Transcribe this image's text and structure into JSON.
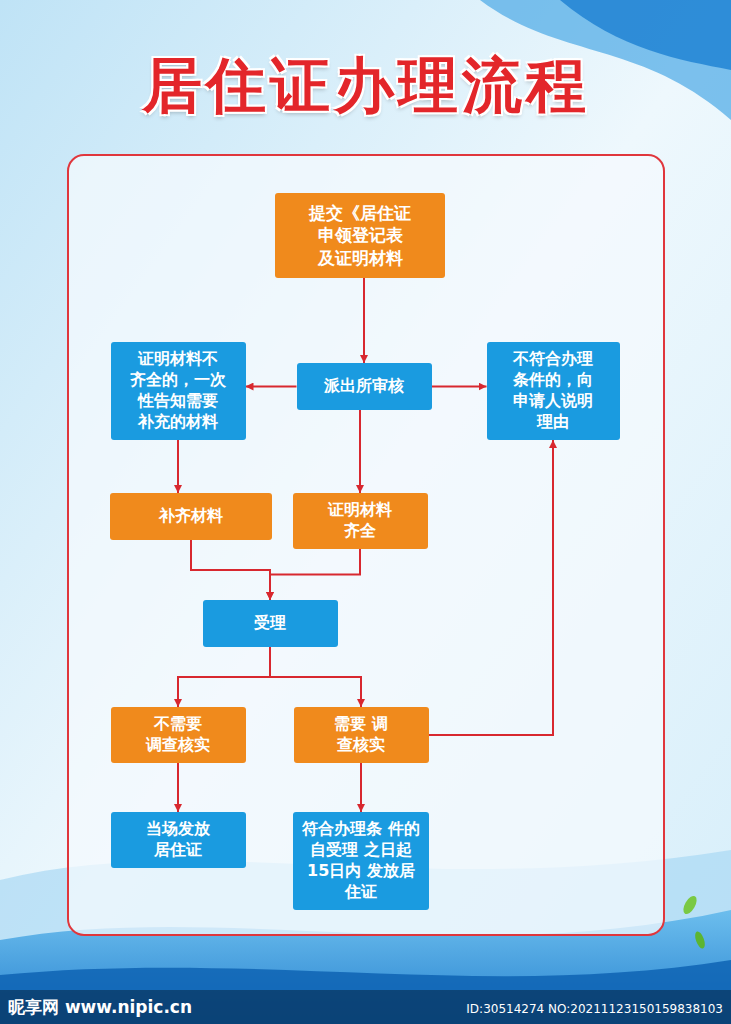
{
  "diagram": {
    "title": "居住证办理流程",
    "nodes": [
      {
        "text": [
          "提交《居住证 申领登记表 及证明材料"
        ]
      },
      {
        "text": [
          "证明材料不 齐全的，一次 性告知需要 补充的材料"
        ]
      },
      {
        "text": [
          "派出所审核"
        ]
      },
      {
        "text": [
          "不符合办理 条件的，向 申请人说明 理由"
        ]
      },
      {
        "text": [
          "补齐材料"
        ]
      },
      {
        "text": [
          "证明材料 齐全"
        ]
      },
      {
        "text": [
          "受理"
        ]
      },
      {
        "text": [
          "不需要 调查核实"
        ]
      },
      {
        "text": [
          "需要 调查核实"
        ]
      },
      {
        "text": [
          "当场发放 居住证"
        ]
      },
      {
        "text": [
          "符合办理条 件的自受理 之日起15日内 发放居住证"
        ]
      }
    ],
    "edges": [
      {
        "from": 0,
        "to": 2,
        "arrow": "to"
      },
      {
        "from": 2,
        "to": 1,
        "arrow": "to"
      },
      {
        "from": 2,
        "to": 3,
        "arrow": "to"
      },
      {
        "from": 1,
        "to": 4,
        "arrow": "to"
      },
      {
        "from": 2,
        "to": 5,
        "arrow": "to"
      },
      {
        "from": 4,
        "to": 6,
        "arrow": "to"
      },
      {
        "from": 5,
        "to": 6,
        "arrow": "to"
      },
      {
        "from": 6,
        "to": 7,
        "arrow": "to"
      },
      {
        "from": 6,
        "to": 8,
        "arrow": "to"
      },
      {
        "from": 7,
        "to": 9,
        "arrow": "to"
      },
      {
        "from": 8,
        "to": 10,
        "arrow": "to"
      },
      {
        "from": 8,
        "to": 3,
        "arrow": "to"
      }
    ],
    "labels": [
      "昵享网 www.nipic.cn",
      "ID:30514274 NO:20211123150159838103"
    ]
  }
}
